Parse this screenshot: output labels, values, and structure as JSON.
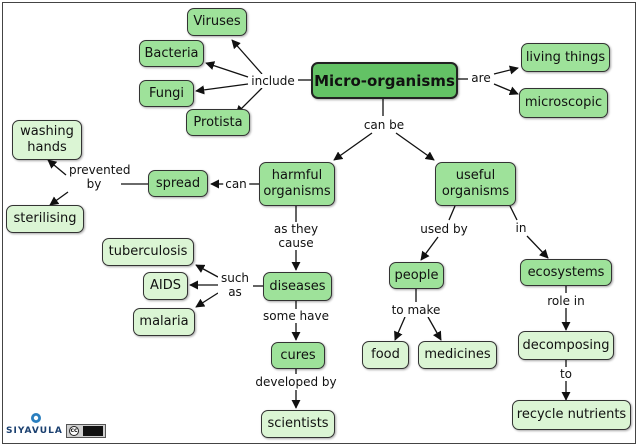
{
  "concept_map": {
    "nodes": {
      "micro_organisms": "Micro-organisms",
      "viruses": "Viruses",
      "bacteria": "Bacteria",
      "fungi": "Fungi",
      "protista": "Protista",
      "living_things": "living things",
      "microscopic": "microscopic",
      "harmful_organisms": "harmful organisms",
      "useful_organisms": "useful organisms",
      "spread": "spread",
      "washing_hands": "washing hands",
      "sterilising": "sterilising",
      "diseases": "diseases",
      "tuberculosis": "tuberculosis",
      "aids": "AIDS",
      "malaria": "malaria",
      "cures": "cures",
      "scientists": "scientists",
      "people": "people",
      "food": "food",
      "medicines": "medicines",
      "ecosystems": "ecosystems",
      "decomposing": "decomposing",
      "recycle_nutrients": "recycle nutrients"
    },
    "links": {
      "include": "include",
      "are": "are",
      "can_be": "can be",
      "can": "can",
      "prevented_by": "prevented by",
      "as_they_cause": "as they cause",
      "such_as": "such as",
      "some_have": "some have",
      "developed_by": "developed by",
      "used_by": "used by",
      "in": "in",
      "to_make": "to make",
      "role_in": "role in",
      "to": "to"
    }
  },
  "branding": {
    "logo": "SIYAVULA",
    "license_badge": "cc"
  },
  "colors": {
    "main_node": "#63c265",
    "mid_node": "#9ee29a",
    "light_node": "#dbf5d4",
    "border": "#333333"
  }
}
